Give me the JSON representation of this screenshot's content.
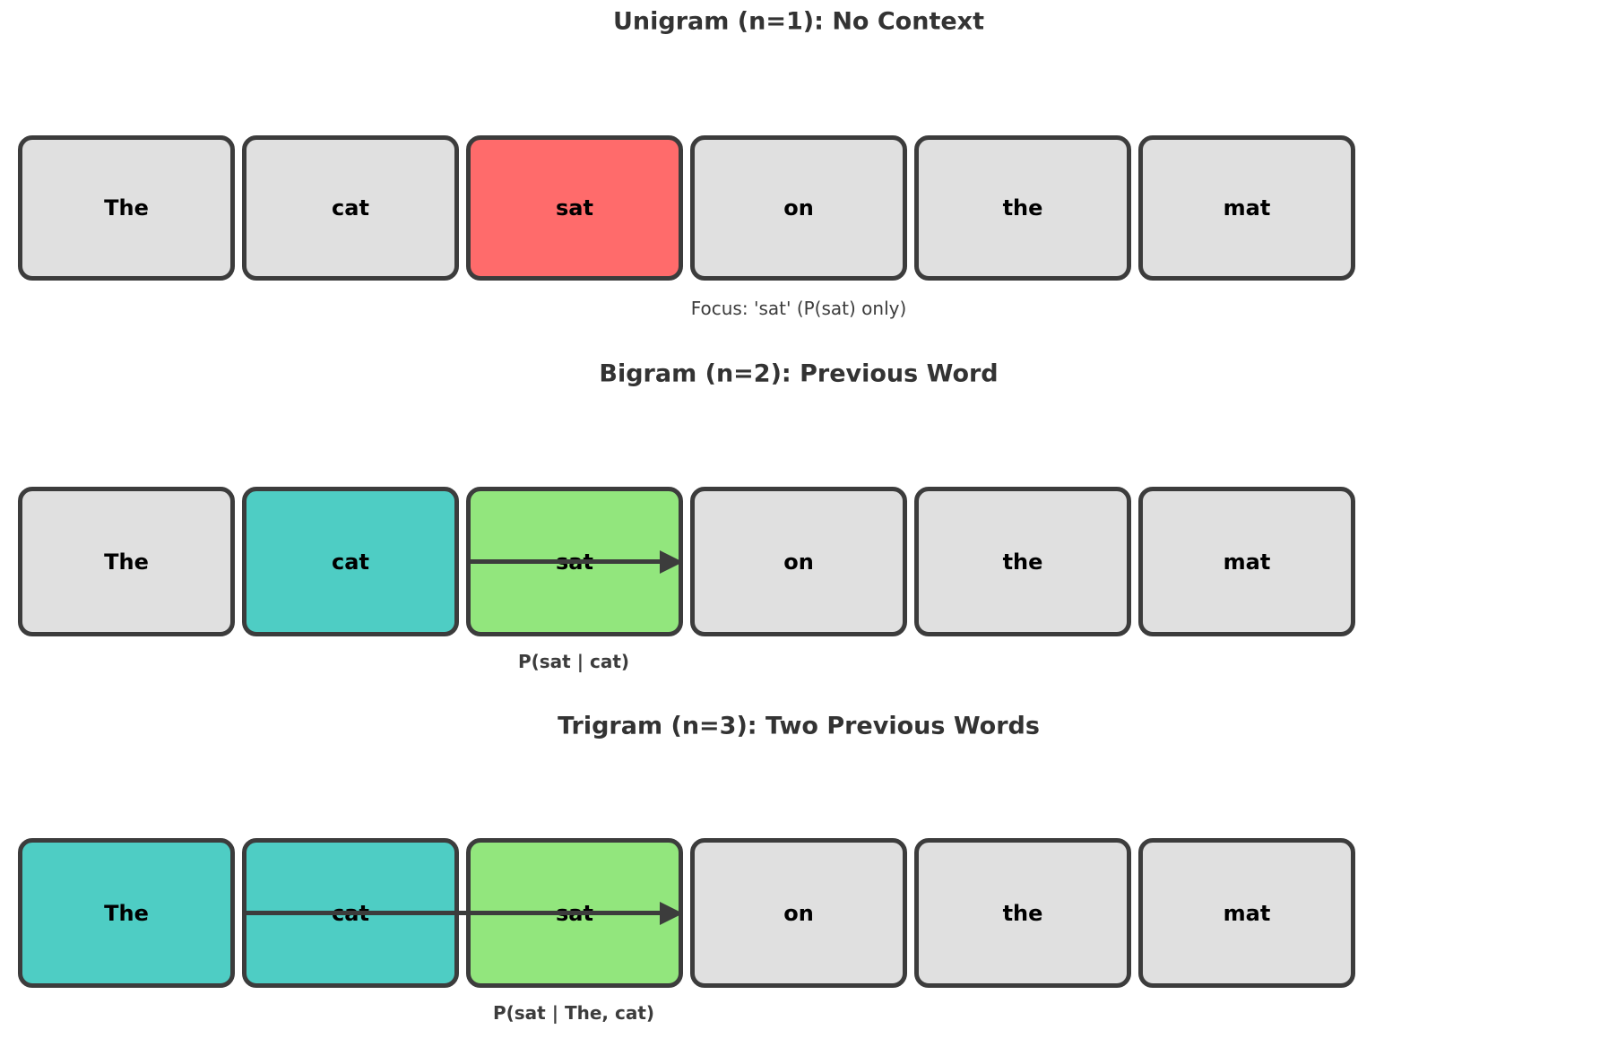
{
  "figure": {
    "background": "#FFFFFF"
  },
  "colors": {
    "figure_background": "#FFFFFF",
    "box_default_fill": "#E0E0E0",
    "box_focus_fill": "#FF6B6B",
    "box_context_fill": "#4ECDC4",
    "box_target_fill": "#92E67D",
    "box_border": "#3C3C3C",
    "arrow": "#3C3C3C",
    "title_text": "#333333",
    "caption_text": "#3C3C3C",
    "word_text": "#000000"
  },
  "sentence": [
    "The",
    "cat",
    "sat",
    "on",
    "the",
    "mat"
  ],
  "sections": [
    {
      "id": "unigram",
      "title": "Unigram (n=1): No Context",
      "words": [
        {
          "text": "The",
          "role": "default"
        },
        {
          "text": "cat",
          "role": "default"
        },
        {
          "text": "sat",
          "role": "focus"
        },
        {
          "text": "on",
          "role": "default"
        },
        {
          "text": "the",
          "role": "default"
        },
        {
          "text": "mat",
          "role": "default"
        }
      ],
      "arrow": null,
      "caption": "Focus: 'sat' (P(sat) only)",
      "caption_emphasis": "normal"
    },
    {
      "id": "bigram",
      "title": "Bigram (n=2): Previous Word",
      "words": [
        {
          "text": "The",
          "role": "default"
        },
        {
          "text": "cat",
          "role": "context"
        },
        {
          "text": "sat",
          "role": "target"
        },
        {
          "text": "on",
          "role": "default"
        },
        {
          "text": "the",
          "role": "default"
        },
        {
          "text": "mat",
          "role": "default"
        }
      ],
      "arrow": {
        "from_word_index": 2,
        "to_word_index": 2
      },
      "caption": "P(sat | cat)",
      "caption_emphasis": "bold"
    },
    {
      "id": "trigram",
      "title": "Trigram (n=3): Two Previous Words",
      "words": [
        {
          "text": "The",
          "role": "context"
        },
        {
          "text": "cat",
          "role": "context"
        },
        {
          "text": "sat",
          "role": "target"
        },
        {
          "text": "on",
          "role": "default"
        },
        {
          "text": "the",
          "role": "default"
        },
        {
          "text": "mat",
          "role": "default"
        }
      ],
      "arrow": {
        "from_word_index": 1,
        "to_word_index": 2
      },
      "caption": "P(sat | The, cat)",
      "caption_emphasis": "bold"
    }
  ]
}
